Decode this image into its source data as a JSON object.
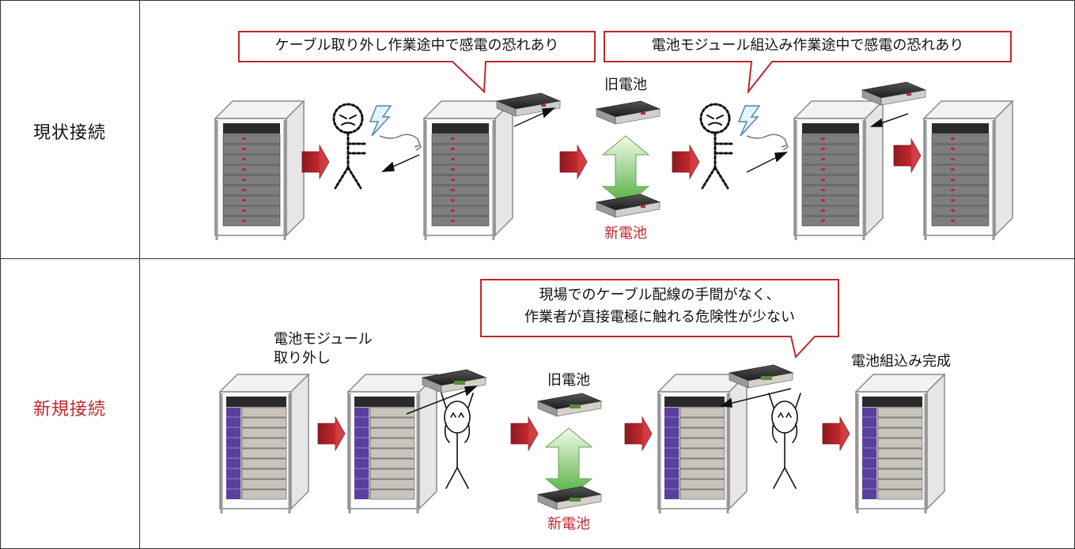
{
  "rows": {
    "current": {
      "label": "現状接続",
      "color": "#111111"
    },
    "new": {
      "label": "新規接続",
      "color": "#c0272d"
    }
  },
  "callouts": {
    "current_left": "ケーブル取り外し作業途中で感電の恐れあり",
    "current_right": "電池モジュール組込み作業途中で感電の恐れあり",
    "new_line1": "現場でのケーブル配線の手間がなく、",
    "new_line2": "作業者が直接電極に触れる危険性が少ない"
  },
  "labels": {
    "old_battery": "旧電池",
    "new_battery": "新電池",
    "remove_line1": "電池モジュール",
    "remove_line2": "取り外し",
    "complete": "電池組込み完成"
  },
  "colors": {
    "accent_red": "#c0272d",
    "callout_border": "#c0272d",
    "step_arrow": "#b3222a",
    "swap_arrow_top": "#e8f7de",
    "swap_arrow_bottom": "#4fae3a",
    "module_purple": "#5a3f9e",
    "grid_line": "#333333"
  },
  "icons": [
    "rack-icon",
    "battery-module-icon",
    "step-arrow-icon",
    "swap-arrow-icon",
    "worker-shocked-icon",
    "worker-happy-icon",
    "lightning-icon",
    "cable-icon"
  ]
}
